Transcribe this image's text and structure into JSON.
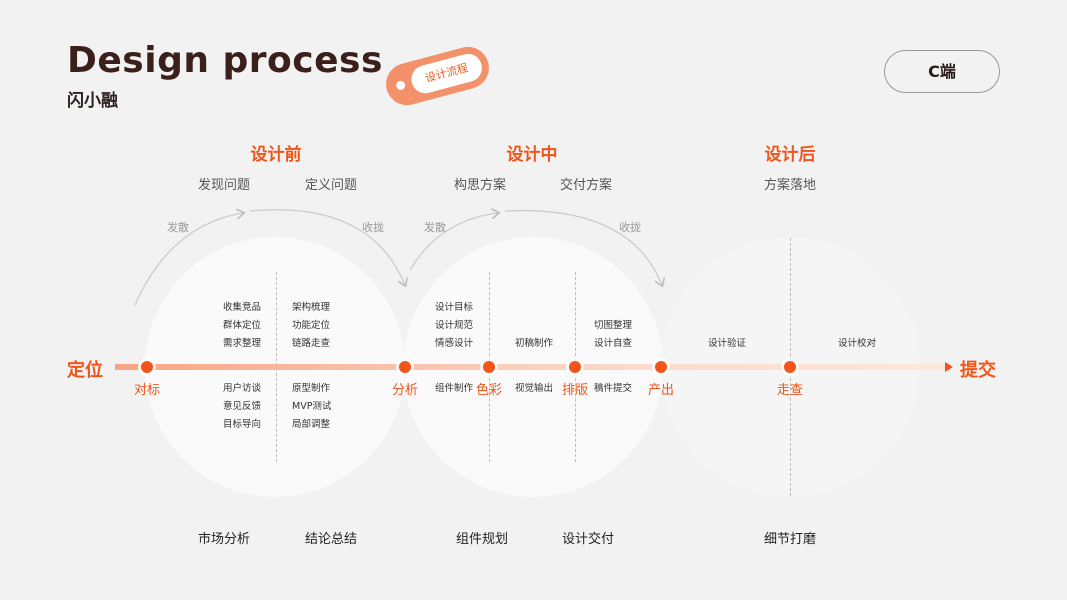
{
  "header": {
    "title": "Design process",
    "author": "闪小融",
    "tag": "设计流程",
    "mode_button": "C端"
  },
  "phases": [
    {
      "label": "设计前",
      "steps": [
        "发现问题",
        "定义问题"
      ]
    },
    {
      "label": "设计中",
      "steps": [
        "构思方案",
        "交付方案"
      ]
    },
    {
      "label": "设计后",
      "steps": [
        "方案落地"
      ]
    }
  ],
  "arcs": {
    "diverge": "发散",
    "converge": "收拢"
  },
  "timeline": {
    "start": "定位",
    "end": "提交",
    "nodes": [
      "对标",
      "分析",
      "色彩",
      "排版",
      "产出",
      "走查"
    ]
  },
  "tasks": {
    "c1_top_left": [
      "收集竞品",
      "群体定位",
      "需求整理"
    ],
    "c1_top_right": [
      "架构梳理",
      "功能定位",
      "链路走查"
    ],
    "c1_bottom_left": [
      "用户访谈",
      "意见反馈",
      "目标导向"
    ],
    "c1_bottom_right": [
      "原型制作",
      "MVP测试",
      "局部调整"
    ],
    "c2_top_left": [
      "设计目标",
      "设计规范",
      "情感设计"
    ],
    "c2_bottom_left": "组件制作",
    "c2_mid_top": "初稿制作",
    "c2_mid_bottom": "视觉输出",
    "c2_top_right": [
      "切图整理",
      "设计自查"
    ],
    "c2_bottom_right": "稿件提交",
    "c3_left": "设计验证",
    "c3_right": "设计校对"
  },
  "outputs": [
    "市场分析",
    "结论总结",
    "组件规划",
    "设计交付",
    "细节打磨"
  ],
  "colors": {
    "accent": "#f0551b",
    "title": "#3b1f1a",
    "tag": "#f3916a"
  }
}
